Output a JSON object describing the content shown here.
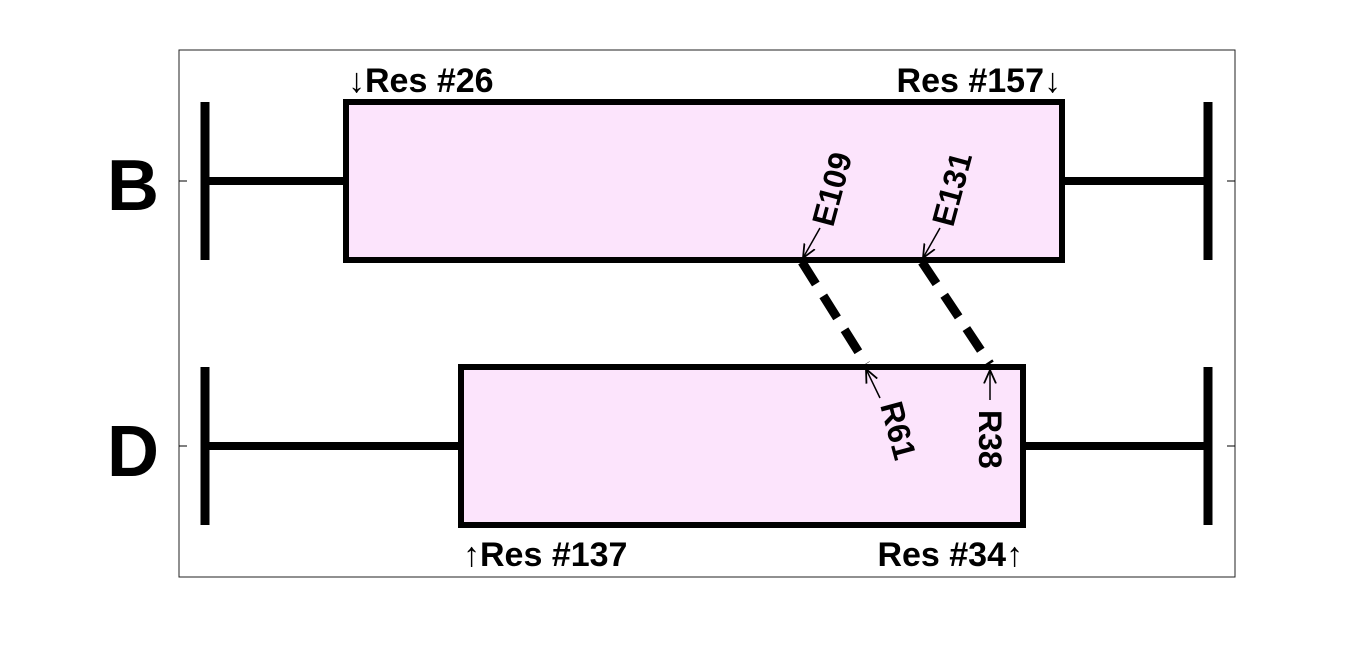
{
  "chains": [
    {
      "label": "B",
      "start_label": "↓Res #26",
      "end_label": "Res #157↓",
      "sites": [
        "E109",
        "E131"
      ]
    },
    {
      "label": "D",
      "start_label": "↑Res #137",
      "end_label": "Res #34↑",
      "sites": [
        "R61",
        "R38"
      ]
    }
  ],
  "colors": {
    "box_fill": "#fce4fc",
    "line": "#000000"
  }
}
